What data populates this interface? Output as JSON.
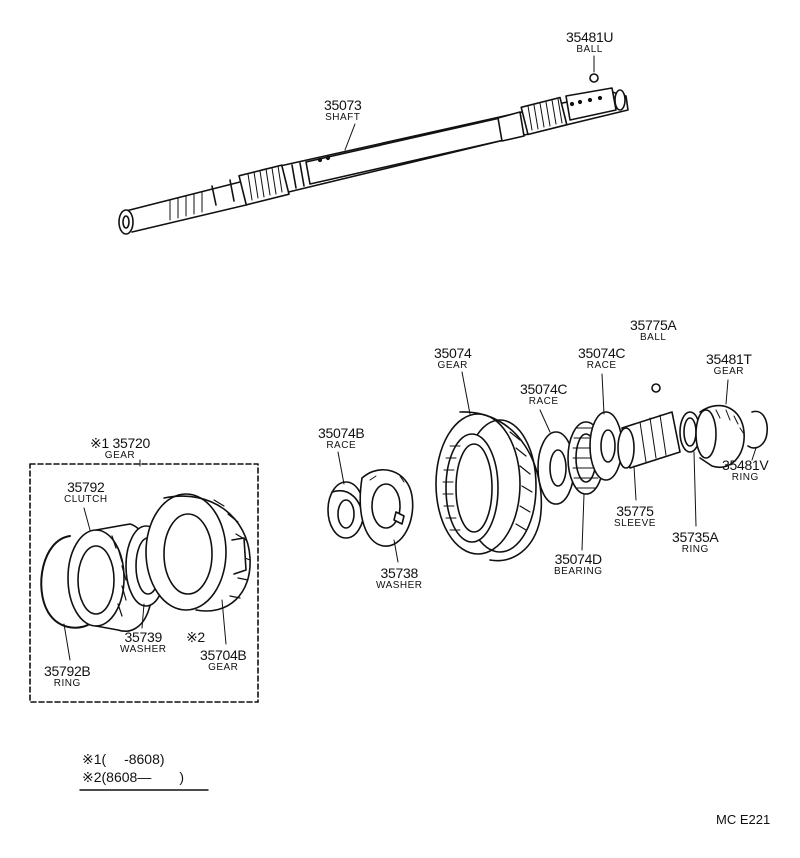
{
  "parts": {
    "p35481U": {
      "number": "35481U",
      "name": "BALL"
    },
    "p35073": {
      "number": "35073",
      "name": "SHAFT"
    },
    "p35775A": {
      "number": "35775A",
      "name": "BALL"
    },
    "p35074": {
      "number": "35074",
      "name": "GEAR"
    },
    "p35074C_a": {
      "number": "35074C",
      "name": "RACE"
    },
    "p35074C_b": {
      "number": "35074C",
      "name": "RACE"
    },
    "p35481T": {
      "number": "35481T",
      "name": "GEAR"
    },
    "p35074B": {
      "number": "35074B",
      "name": "RACE"
    },
    "p35481V": {
      "number": "35481V",
      "name": "RING"
    },
    "p35775": {
      "number": "35775",
      "name": "SLEEVE"
    },
    "p35735A": {
      "number": "35735A",
      "name": "RING"
    },
    "p35074D": {
      "number": "35074D",
      "name": "BEARING"
    },
    "p35738": {
      "number": "35738",
      "name": "WASHER"
    },
    "p35720": {
      "number": "※1 35720",
      "name": "GEAR"
    },
    "p35792": {
      "number": "35792",
      "name": "CLUTCH"
    },
    "p35739": {
      "number": "35739",
      "name": "WASHER"
    },
    "p35704B": {
      "number": "35704B",
      "name": "GEAR"
    },
    "mark2": {
      "number": "※2"
    },
    "p35792B": {
      "number": "35792B",
      "name": "RING"
    }
  },
  "legend": {
    "line1": "※1(　 -8608)",
    "line2": "※2(8608—　　)"
  },
  "diagram_code": "MC E221"
}
